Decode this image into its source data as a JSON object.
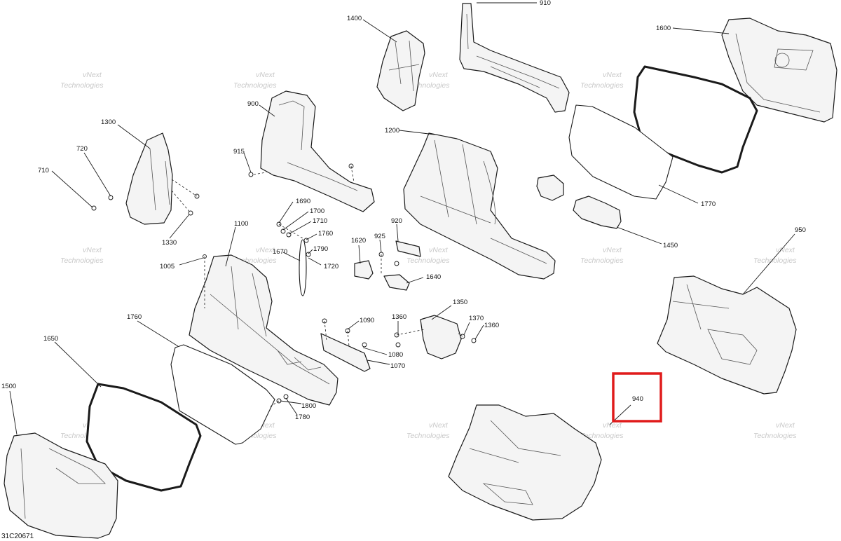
{
  "diagram": {
    "reference_code": "31C20671",
    "watermark_line1": "vNext",
    "watermark_line2": "Technologies",
    "highlight_color": "#e01b1b",
    "highlighted_callout": "940",
    "callouts": {
      "c910": "910",
      "c1400": "1400",
      "c1600": "1600",
      "c900": "900",
      "c1300": "1300",
      "c720": "720",
      "c710": "710",
      "c915": "915",
      "c1200": "1200",
      "c1330": "1330",
      "c1690": "1690",
      "c1700": "1700",
      "c1710": "1710",
      "c1760a": "1760",
      "c1100": "1100",
      "c1670": "1670",
      "c1790": "1790",
      "c1720": "1720",
      "c1005": "1005",
      "c1620": "1620",
      "c925": "925",
      "c920": "920",
      "c1640": "1640",
      "c1770": "1770",
      "c1450": "1450",
      "c950": "950",
      "c1350": "1350",
      "c1090": "1090",
      "c1360a": "1360",
      "c1370": "1370",
      "c1360b": "1360",
      "c1080": "1080",
      "c1070": "1070",
      "c1760b": "1760",
      "c1650": "1650",
      "c1500": "1500",
      "c1800": "1800",
      "c1780": "1780",
      "c940": "940"
    }
  }
}
